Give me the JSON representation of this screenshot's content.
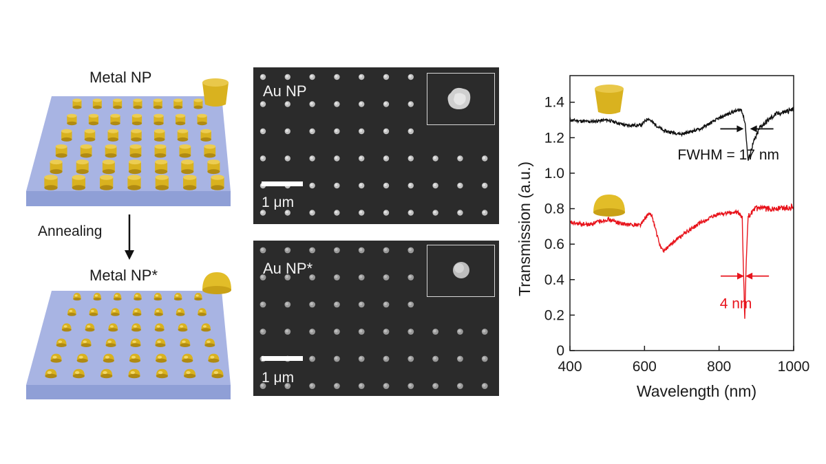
{
  "schematic": {
    "top_label": "Metal NP",
    "process_label": "Annealing",
    "bottom_label": "Metal NP*"
  },
  "sem": {
    "top_title": "Au NP",
    "bottom_title": "Au NP*",
    "scale_text": "1 μm"
  },
  "colors": {
    "gold": "#d9b21f",
    "gold_dark": "#b08a12",
    "substrate": "#a8b4e3",
    "sem_bg": "#2b2b2b",
    "series_black": "#111111",
    "series_red": "#e8141c"
  },
  "chart_data": {
    "type": "line",
    "xlabel": "Wavelength (nm)",
    "ylabel": "Transmission (a.u.)",
    "xlim": [
      400,
      1000
    ],
    "ylim": [
      0,
      1.55
    ],
    "xticks": [
      400,
      600,
      800,
      1000
    ],
    "yticks": [
      0,
      0.2,
      0.4,
      0.6,
      0.8,
      1.0,
      1.2,
      1.4
    ],
    "ytick_labels": [
      "0",
      "0.2",
      "0.4",
      "0.6",
      "0.8",
      "1.0",
      "1.2",
      "1.4"
    ],
    "grid": false,
    "series": [
      {
        "color": "#111111",
        "icon": "cylinder-nanoparticle-icon",
        "x": [
          400,
          450,
          500,
          550,
          590,
          610,
          625,
          650,
          700,
          750,
          800,
          830,
          860,
          870,
          875,
          878,
          882,
          890,
          910,
          950,
          1000
        ],
        "y": [
          1.3,
          1.29,
          1.3,
          1.27,
          1.27,
          1.31,
          1.28,
          1.24,
          1.22,
          1.25,
          1.31,
          1.34,
          1.36,
          1.28,
          1.14,
          1.07,
          1.1,
          1.16,
          1.26,
          1.33,
          1.36
        ]
      },
      {
        "color": "#e8141c",
        "icon": "dome-nanoparticle-icon",
        "x": [
          400,
          450,
          500,
          550,
          590,
          610,
          620,
          640,
          650,
          700,
          750,
          800,
          850,
          862,
          866,
          869,
          872,
          878,
          900,
          950,
          1000
        ],
        "y": [
          0.72,
          0.71,
          0.74,
          0.71,
          0.71,
          0.77,
          0.76,
          0.6,
          0.56,
          0.65,
          0.72,
          0.77,
          0.78,
          0.75,
          0.4,
          0.17,
          0.45,
          0.76,
          0.8,
          0.8,
          0.81
        ]
      }
    ],
    "annotations": [
      {
        "text": "FWHM = 17 nm",
        "color": "#111111",
        "x": 873,
        "y": 1.12,
        "span": [
          866,
          883
        ]
      },
      {
        "text": "4 nm",
        "color": "#e8141c",
        "x": 869,
        "y": 0.42,
        "span": [
          867,
          871
        ]
      }
    ]
  }
}
